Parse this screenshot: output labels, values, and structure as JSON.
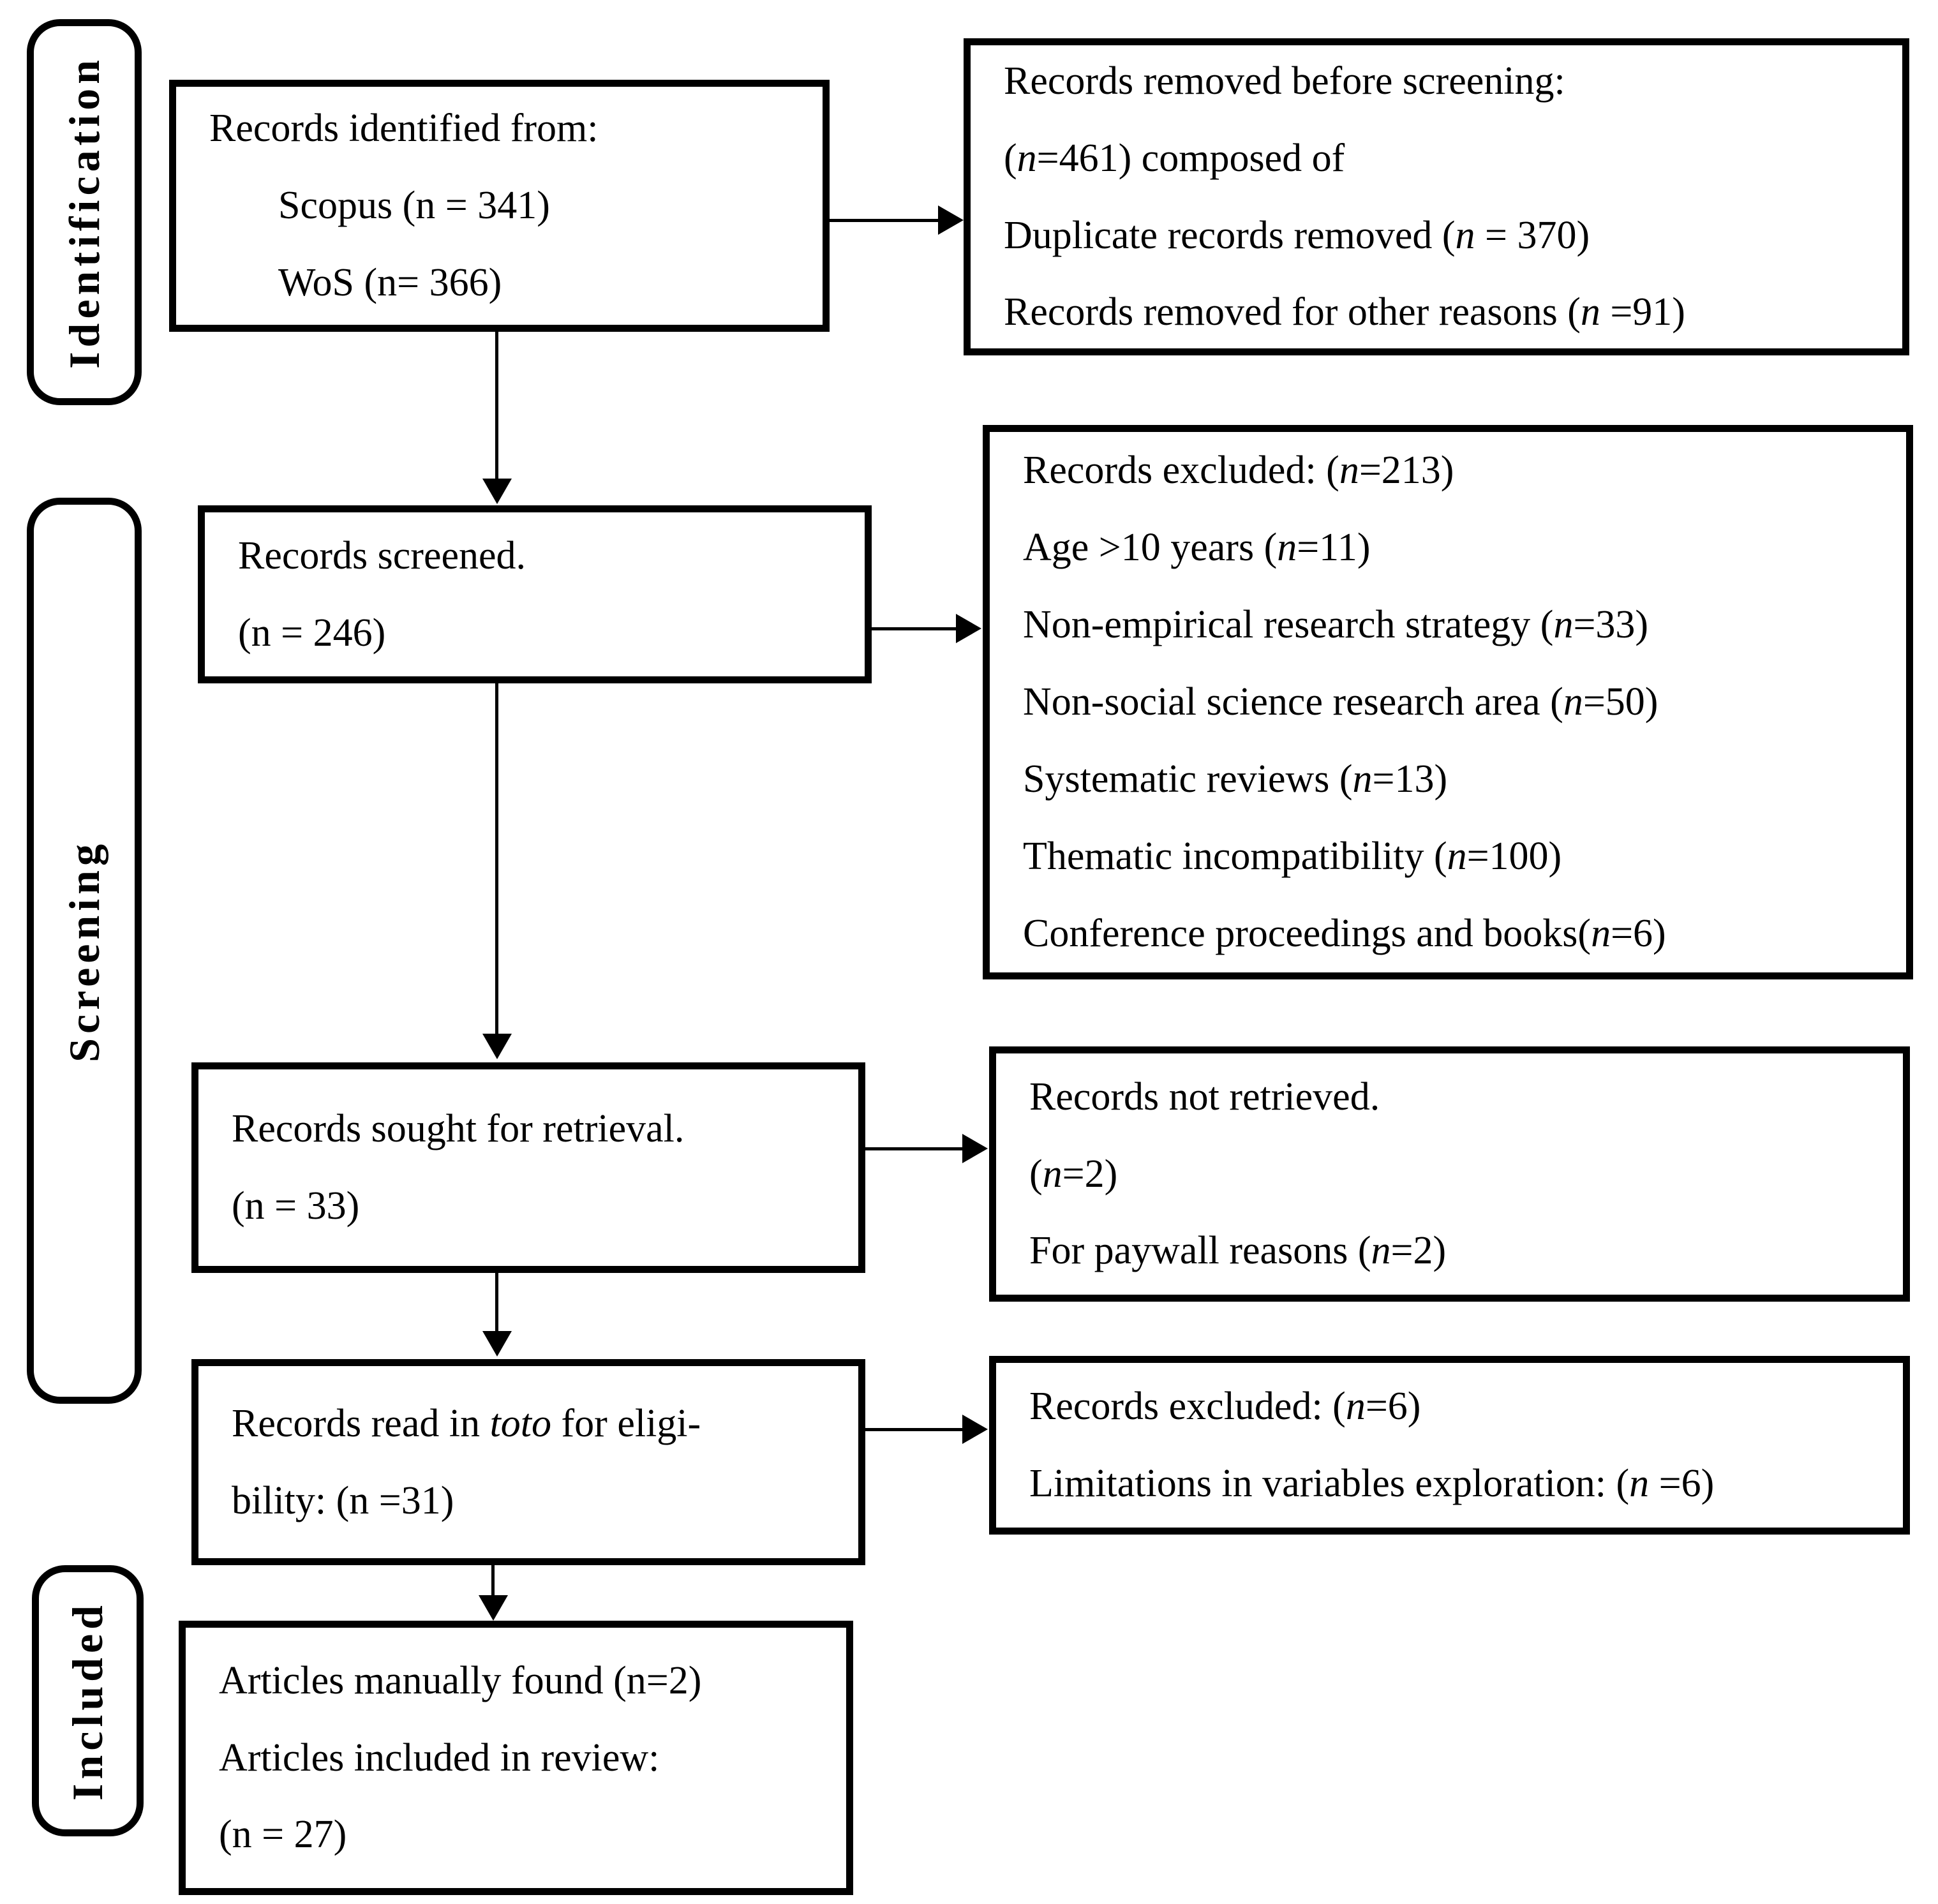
{
  "colors": {
    "ink": "#000000",
    "background": "#ffffff"
  },
  "sidebar": {
    "identification": "Identification",
    "screening": "Screening",
    "included": "Included"
  },
  "boxes": {
    "identified": {
      "lines": [
        {
          "t": "Records identified from:"
        },
        {
          "t": "Scopus (n = 341)",
          "ind": 1
        },
        {
          "t": "WoS (n= 366)",
          "ind": 1
        }
      ]
    },
    "removed_before_screening": {
      "lines": [
        {
          "t": "Records removed before screening:"
        },
        {
          "t": "(*n*=461) composed of"
        },
        {
          "t": "Duplicate records removed (*n* = 370)"
        },
        {
          "t": "Records removed for other reasons (*n* =91)"
        }
      ]
    },
    "screened": {
      "lines": [
        {
          "t": "Records screened."
        },
        {
          "t": "(n = 246)"
        }
      ]
    },
    "records_excluded_screening": {
      "lines": [
        {
          "t": "Records excluded: (*n*=213)"
        },
        {
          "t": "Age >10 years (*n*=11)"
        },
        {
          "t": "Non-empirical research strategy (*n*=33)"
        },
        {
          "t": "Non-social science research area (*n*=50)"
        },
        {
          "t": "Systematic reviews (*n*=13)"
        },
        {
          "t": "Thematic incompatibility (*n*=100)"
        },
        {
          "t": "Conference proceedings and books(*n*=6)"
        }
      ]
    },
    "sought": {
      "lines": [
        {
          "t": "Records sought for retrieval."
        },
        {
          "t": "(n = 33)"
        }
      ]
    },
    "not_retrieved": {
      "lines": [
        {
          "t": "Records not retrieved."
        },
        {
          "t": "(*n*=2)"
        },
        {
          "t": "For paywall reasons (*n*=2)"
        }
      ]
    },
    "read_in_toto": {
      "lines": [
        {
          "t": "Records read in *toto* for eligi-"
        },
        {
          "t": "bility: (n =31)"
        }
      ]
    },
    "records_excluded_eligibility": {
      "lines": [
        {
          "t": "Records excluded: (*n*=6)"
        },
        {
          "t": "Limitations in variables exploration: (*n* =6)"
        }
      ]
    },
    "included_articles": {
      "lines": [
        {
          "t": "Articles manually found (n=2)"
        },
        {
          "t": "Articles included in review:"
        },
        {
          "t": "(n = 27)"
        }
      ]
    }
  }
}
